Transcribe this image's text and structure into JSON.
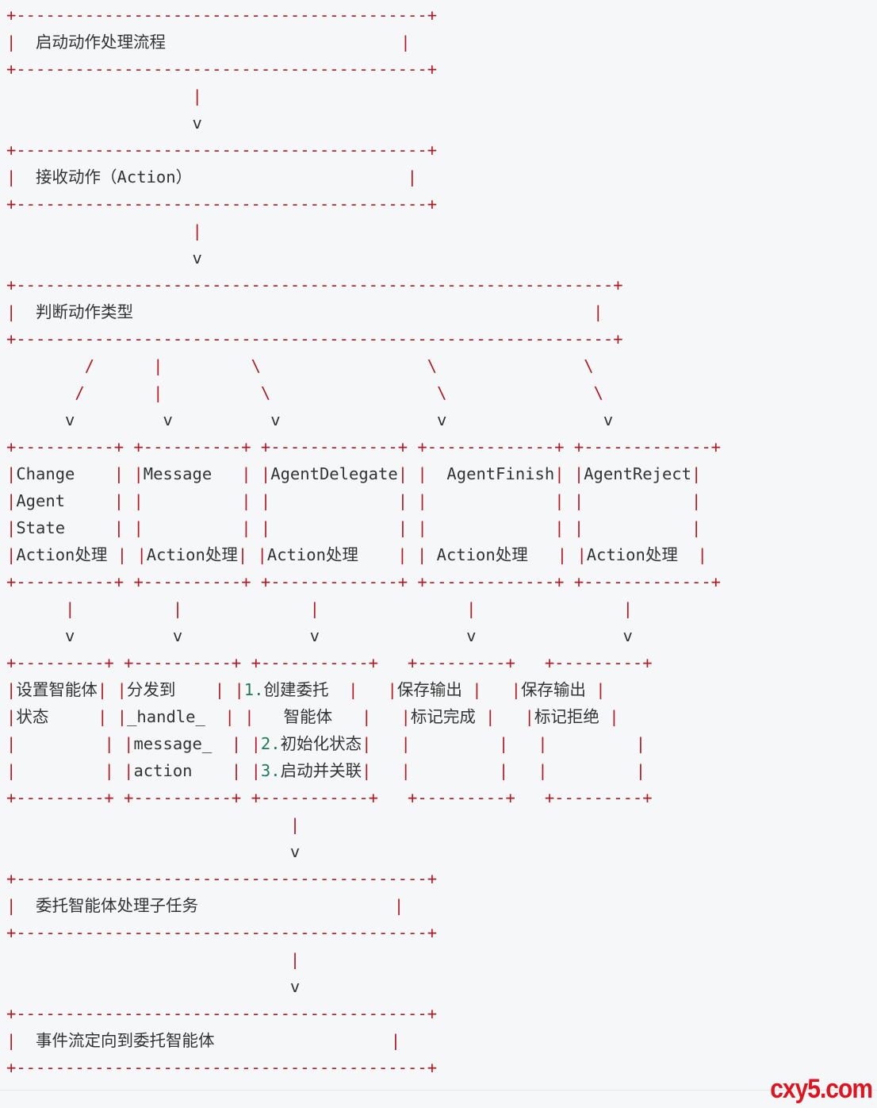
{
  "diagram": {
    "lines": [
      "+------------------------------------------+",
      "|  启动动作处理流程                        |",
      "+------------------------------------------+",
      "                   |",
      "                   v",
      "+------------------------------------------+",
      "|  接收动作（Action）                      |",
      "+------------------------------------------+",
      "                   |",
      "                   v",
      "+-------------------------------------------------------------+",
      "|  判断动作类型                                               |",
      "+-------------------------------------------------------------+",
      "        /      |         \\                 \\               \\",
      "       /       |          \\                 \\               \\",
      "      v         v          v                v                v",
      "+----------+ +----------+ +-------------+ +-------------+ +-------------+",
      "|Change    | |Message   | |AgentDelegate| |  AgentFinish| |AgentReject|",
      "|Agent     | |          | |             | |             | |           |",
      "|State     | |          | |             | |             | |           |",
      "|Action处理 | |Action处理| |Action处理    | | Action处理   | |Action处理  |",
      "+----------+ +----------+ +-------------+ +-------------+ +-------------+",
      "      |          |             |               |               |",
      "      v          v             v               v               v",
      "+---------+ +----------+ +-----------+   +---------+   +---------+",
      "|设置智能体| |分发到    | |1.创建委托  |   |保存输出 |   |保存输出 |",
      "|状态     | |_handle_  | |   智能体   |   |标记完成 |   |标记拒绝 |",
      "|         | |message_  | |2.初始化状态|   |         |   |         |",
      "|         | |action    | |3.启动并关联|   |         |   |         |",
      "+---------+ +----------+ +-----------+   +---------+   +---------+",
      "                             |",
      "                             v",
      "+------------------------------------------+",
      "|  委托智能体处理子任务                    |",
      "+------------------------------------------+",
      "                             |",
      "                             v",
      "+------------------------------------------+",
      "|  事件流定向到委托智能体                  |",
      "+------------------------------------------+"
    ]
  },
  "watermark": "cxy5.com"
}
